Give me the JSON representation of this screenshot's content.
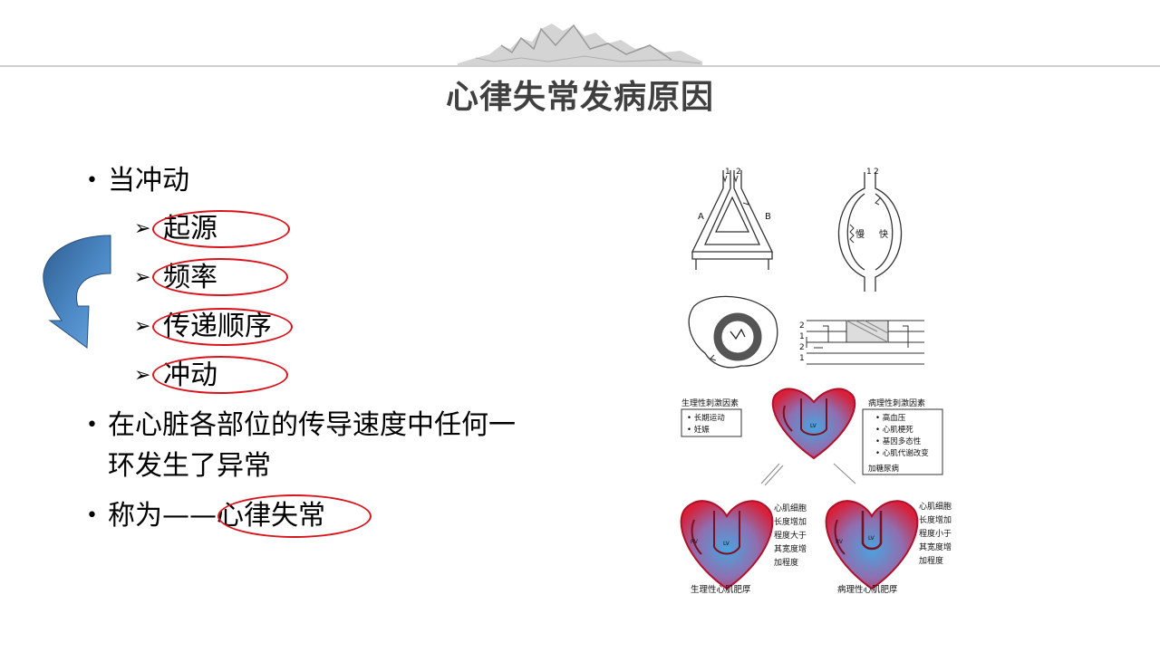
{
  "slide": {
    "title": "心律失常发病原因"
  },
  "bullets": [
    {
      "text": "当冲动"
    },
    {
      "text": "在心脏各部位的传导速度中任何一"
    },
    {
      "text": "环发生了异常"
    },
    {
      "text": "称为——心律失常"
    }
  ],
  "subitems": [
    {
      "text": "起源"
    },
    {
      "text": "频率"
    },
    {
      "text": "传递顺序"
    },
    {
      "text": "冲动"
    }
  ],
  "glyphs": {
    "bullet": "•",
    "subarrow": "➢"
  },
  "figure": {
    "reentry_left": {
      "label_a": "A",
      "label_b": "B",
      "label_1": "1",
      "label_2": "2"
    },
    "reentry_right": {
      "label_1": "1",
      "label_2": "2",
      "slow": "慢",
      "fast": "快"
    },
    "strip": {
      "rows": [
        "2",
        "1",
        "2",
        "1"
      ]
    },
    "physio_box": {
      "title": "生理性刺激因素",
      "items": [
        "• 长期运动",
        "• 妊娠"
      ]
    },
    "patho_box": {
      "title": "病理性刺激因素",
      "items": [
        "• 高血压",
        "• 心肌梗死",
        "• 基因多态性",
        "• 心肌代谢改变",
        "加糖尿病"
      ]
    },
    "heart_top": {
      "lv": "LV"
    },
    "heart_left": {
      "lv": "LV",
      "rv": "RV",
      "caption": "生理性心肌肥厚",
      "note": [
        "心肌细胞",
        "长度增加",
        "程度大于",
        "其宽度增",
        "加程度"
      ]
    },
    "heart_right": {
      "lv": "LV",
      "rv": "RV",
      "caption": "病理性心肌肥厚",
      "note": [
        "心肌细胞",
        "长度增加",
        "程度小于",
        "其宽度增",
        "加程度"
      ]
    }
  },
  "colors": {
    "oval": "#d9141c",
    "arrow_dark": "#2f5e8f",
    "arrow_light": "#5b9bd5",
    "heart_red": "#d8203a",
    "heart_blue": "#4aa3df"
  }
}
